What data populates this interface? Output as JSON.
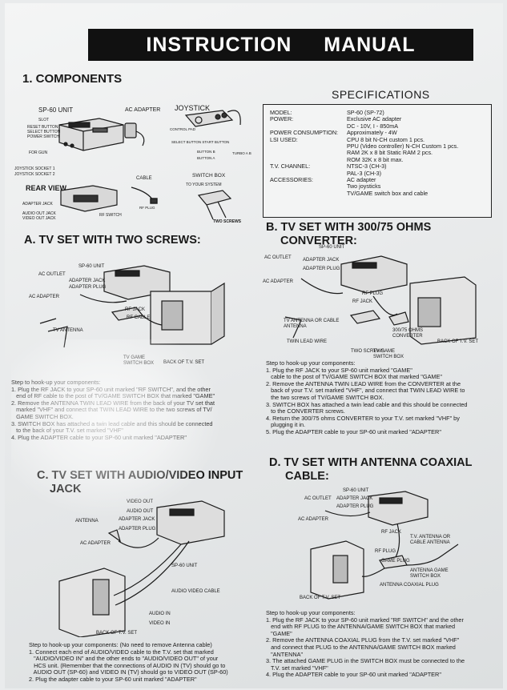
{
  "header": {
    "title_left": "INSTRUCTION",
    "title_right": "MANUAL"
  },
  "components": {
    "heading": "1. COMPONENTS",
    "unit_title": "SP-60 UNIT",
    "ac_adapter": "AC ADAPTER",
    "joystick": "JOYSTICK",
    "cable": "CABLE",
    "switch_box": "SWITCH BOX",
    "rear_view": "REAR VIEW",
    "labels": {
      "slot": "SLOT",
      "reset": "RESET BUTTON",
      "select": "SELECT BUTTON",
      "power": "POWER SWITCH",
      "fire_gun": "FOR GUN",
      "joy1": "JOYSTICK SOCKET 1",
      "joy2": "JOYSTICK SOCKET 2",
      "adapter_jack": "ADAPTER JACK",
      "audio_out": "AUDIO OUT JACK",
      "video_out": "VIDEO OUT JACK",
      "rf_switch": "RF SWITCH",
      "control_pad": "CONTROL PAD",
      "select_button_start": "SELECT BUTTON START BUTTON",
      "button_a": "BUTTON A",
      "button_b": "BUTTON B",
      "turbo": "TURBO A B",
      "to_your_system": "TO YOUR SYSTEM",
      "two_screws": "TWO SCREWS",
      "rf_plug": "RF PLUG"
    }
  },
  "specs": {
    "title": "SPECIFICATIONS",
    "rows": [
      {
        "k": "MODEL:",
        "v": "SP-60 (SP-72)"
      },
      {
        "k": "POWER:",
        "v": "Exclusive AC adapter"
      },
      {
        "k": "",
        "v": "DC - 10V, I - 850mA"
      },
      {
        "k": "POWER CONSUMPTION:",
        "v": "Approximately - 4W"
      },
      {
        "k": "LSI USED:",
        "v": "CPU 8 bit N-CH custom 1 pcs."
      },
      {
        "k": "",
        "v": "PPU (Video controller) N-CH Custom 1 pcs."
      },
      {
        "k": "",
        "v": "RAM 2K x 8 bit Static RAM 2 pcs."
      },
      {
        "k": "",
        "v": "ROM 32K x 8 bit max."
      },
      {
        "k": "T.V. CHANNEL:",
        "v": "NTSC-3 (CH-3)"
      },
      {
        "k": "",
        "v": "PAL-3 (CH-3)"
      },
      {
        "k": "ACCESSORIES:",
        "v": "AC adapter"
      },
      {
        "k": "",
        "v": "Two joysticks"
      },
      {
        "k": "",
        "v": "TV/GAME switch box and cable"
      }
    ]
  },
  "sections": {
    "a": {
      "heading": "A. TV SET WITH TWO SCREWS:",
      "labels": {
        "sp60": "SP-60 UNIT",
        "ac_outlet": "AC OUTLET",
        "adapter_jack": "ADAPTER JACK",
        "adapter_plug": "ADAPTER PLUG",
        "ac_adapter": "AC ADAPTER",
        "rf_jack": "RF JACK",
        "rf_cable": "RF CABLE",
        "tv_antenna": "TV ANTENNA",
        "tvgame": "TV GAME SWITCH BOX",
        "back_tv": "BACK OF T.V. SET"
      },
      "steps": [
        "Step to hook-up your components:",
        "1. Plug the RF JACK to your SP-60 unit marked \"RF SWITCH\", and the other",
        "   end of RF cable to the post of TV/GAME SWITCH BOX that marked \"GAME\"",
        "2. Remove the ANTENNA TWIN LEAD WIRE from the back of your TV set that",
        "   marked \"VHF\" and connect that TWIN LEAD WIRE to the two screws of TV/",
        "   GAME SWITCH BOX.",
        "3. SWITCH BOX has attached a twin lead cable and this should be connected",
        "   to the back of your T.V. set marked \"VHF\"",
        "4. Plug the ADAPTER cable to your SP-60 unit marked \"ADAPTER\""
      ]
    },
    "b": {
      "heading_line1": "B. TV SET WITH 300/75 OHMS",
      "heading_line2": "CONVERTER:",
      "labels": {
        "sp60": "SP-60 UNIT",
        "ac_outlet": "AC OUTLET",
        "adapter_jack": "ADAPTER JACK",
        "adapter_plug": "ADAPTER PLUG",
        "ac_adapter": "AC ADAPTER",
        "rf_plug": "RF PLUG",
        "rf_jack": "RF JACK",
        "tv_antenna": "TV ANTENNA OR CABLE ANTENNA",
        "twin_lead": "TWIN LEAD WIRE",
        "converter": "300/75 OHMS CONVERTER",
        "screws": "TWO SCREWS",
        "tvgame": "TV GAME SWITCH BOX",
        "back_tv": "BACK OF T.V. SET"
      },
      "steps": [
        "Step to hook-up your components:",
        "1. Plug the RF JACK to your SP-60 unit marked \"GAME\"",
        "   cable to the post of TV/GAME SWITCH BOX that marked \"GAME\"",
        "2. Remove the ANTENNA TWIN LEAD WIRE from the CONVERTER at the",
        "   back of your T.V. set marked \"VHF\", and connect that TWIN LEAD WIRE to",
        "   the two screws of TV/GAME SWITCH BOX.",
        "3. SWITCH BOX has attached a twin lead cable and this should be connected",
        "   to the CONVERTER screws.",
        "4. Return the 300/75 ohms CONVERTER to your T.V. set marked \"VHF\" by",
        "   plugging it in.",
        "5. Plug the ADAPTER cable to your SP-60 unit marked \"ADAPTER\""
      ]
    },
    "c": {
      "heading_line1": "C. TV SET WITH AUDIO/VIDEO INPUT",
      "heading_line2": "JACK",
      "labels": {
        "video_out": "VIDEO OUT",
        "audio_out": "AUDIO OUT",
        "antenna": "ANTENNA",
        "adapter_jack": "ADAPTER JACK",
        "adapter_plug": "ADAPTER PLUG",
        "ac_adapter": "AC ADAPTER",
        "sp60": "SP-60 UNIT",
        "av_cable": "AUDIO VIDEO CABLE",
        "audio_in": "AUDIO IN",
        "video_in": "VIDEO IN",
        "back_tv": "BACK OF T.V. SET"
      },
      "steps": [
        "Step to hook-up your components: (No need to remove Antenna cable)",
        "1. Connect each end of AUDIO/VIDEO cable to the T.V. set that marked",
        "   \"AUDIO/VIDEO IN\" and the other ends to \"AUDIO/VIDEO OUT\" of your",
        "   HCS unit. (Remember that the connections of AUDIO IN (TV) should go to",
        "   AUDIO OUT (SP-60) and VIDEO IN (TV) should go to VIDEO OUT (SP-60)",
        "2. Plug the adapter cable to your SP-60 unit marked \"ADAPTER\""
      ]
    },
    "d": {
      "heading_line1": "D. TV SET WITH ANTENNA COAXIAL",
      "heading_line2": "CABLE:",
      "labels": {
        "sp60": "SP-60 UNIT",
        "ac_outlet": "AC OUTLET",
        "adapter_jack": "ADAPTER JACK",
        "adapter_plug": "ADAPTER PLUG",
        "ac_adapter": "AC ADAPTER",
        "rf_jack": "RF JACK",
        "rf_plug": "RF PLUG",
        "game_plug": "GAME PLUG",
        "tv_antenna": "T.V. ANTENNA OR CABLE ANTENNA",
        "switch_box": "ANTENNA GAME SWITCH BOX",
        "coax": "ANTENNA COAXIAL PLUG",
        "back_tv": "BACK OF T.V. SET"
      },
      "steps": [
        "Step to hook-up your components:",
        "1. Plug the RF JACK to your SP-60 unit marked \"RF SWITCH\" and the other",
        "   end with RF PLUG to the ANTENNA/GAME SWITCH BOX that marked",
        "   \"GAME\"",
        "2. Remove the ANTENNA COAXIAL PLUG from the T.V. set marked \"VHF\"",
        "   and connect that PLUG to the ANTENNA/GAME SWITCH BOX marked",
        "   \"ANTENNA\"",
        "3. The attached GAME PLUG in the SWITCH BOX must be connected to the",
        "   T.V. set marked \"VHF\"",
        "4. Plug the ADAPTER cable to your SP-60 unit marked \"ADAPTER\""
      ]
    }
  }
}
